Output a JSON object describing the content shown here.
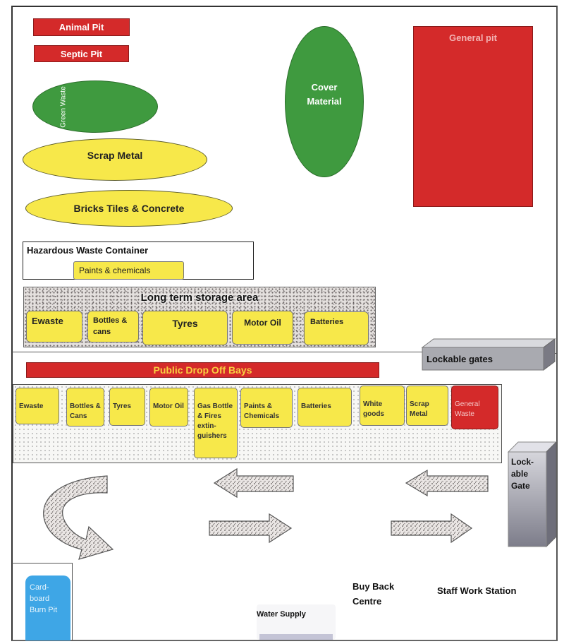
{
  "pits": {
    "animal_pit": "Animal Pit",
    "septic_pit": "Septic Pit",
    "general_pit": "General pit"
  },
  "green_waste": "Green Waste",
  "cover_material": "Cover Material",
  "scrap_metal": "Scrap Metal",
  "bricks": "Bricks Tiles & Concrete",
  "hazardous": {
    "title": "Hazardous Waste Container",
    "item": "Paints & chemicals"
  },
  "long_term": {
    "title": "Long term storage area",
    "items": [
      "Ewaste",
      "Bottles & cans",
      "Tyres",
      "Motor Oil",
      "Batteries"
    ]
  },
  "lockable_gates": "Lockable gates",
  "public_bays": {
    "title": "Public Drop Off Bays",
    "items": [
      "Ewaste",
      "Bottles & Cans",
      "Tyres",
      "Motor Oil",
      "Gas Bottle & Fires extin-guishers",
      "Paints & Chemicals",
      "Batteries",
      "White goods",
      "Scrap Metal",
      "General Waste"
    ]
  },
  "lockable_gate": "Lock-able Gate",
  "cardboard_pit": "Card-board Burn Pit",
  "buy_back": "Buy Back Centre",
  "staff_station": "Staff Work Station",
  "water_supply": "Water Supply",
  "colors": {
    "red": "#d42a2a",
    "green": "#3f9a3f",
    "yellow": "#f7e84a",
    "blue": "#3ea6e6",
    "grey_gate": "#8a8a96"
  }
}
